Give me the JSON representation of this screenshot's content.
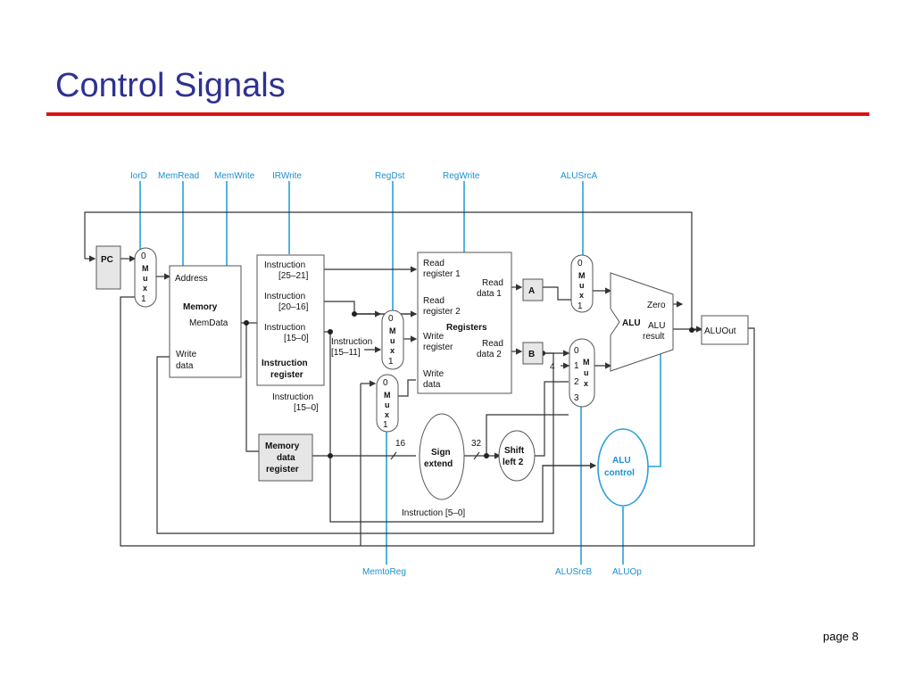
{
  "slide": {
    "title": "Control Signals",
    "page": "page 8",
    "title_color": "#2f3192",
    "rule_color": "#e01010"
  },
  "diagram": {
    "control_color": "#2aa0d8",
    "signals_top": [
      "IorD",
      "MemRead",
      "MemWrite",
      "IRWrite",
      "RegDst",
      "RegWrite",
      "ALUSrcA"
    ],
    "signals_bottom": [
      "MemtoReg",
      "ALUSrcB",
      "ALUOp"
    ],
    "pc": "PC",
    "memory": {
      "address": "Address",
      "name": "Memory",
      "memdata": "MemData",
      "write": "Write",
      "data": "data"
    },
    "instruction_register": {
      "f1a": "Instruction",
      "f1b": "[25–21]",
      "f2a": "Instruction",
      "f2b": "[20–16]",
      "f3a": "Instruction",
      "f3b": "[15–0]",
      "name1": "Instruction",
      "name2": "register"
    },
    "ir_out": {
      "a": "Instruction",
      "b": "[15–0]"
    },
    "rd_field": {
      "a": "Instruction",
      "b": "[15–11]"
    },
    "mdr": {
      "l1": "Memory",
      "l2": "data",
      "l3": "register"
    },
    "registers": {
      "rr1a": "Read",
      "rr1b": "register 1",
      "rr2a": "Read",
      "rr2b": "register 2",
      "wra": "Write",
      "wrb": "register",
      "wda": "Write",
      "wdb": "data",
      "rd1a": "Read",
      "rd1b": "data 1",
      "rd2a": "Read",
      "rd2b": "data 2",
      "name": "Registers"
    },
    "reg_a": "A",
    "reg_b": "B",
    "mux_letters": [
      "M",
      "u",
      "x"
    ],
    "mux_inputs": [
      "0",
      "1",
      "2",
      "3"
    ],
    "alu": {
      "name": "ALU",
      "zero": "Zero",
      "result1": "ALU",
      "result2": "result"
    },
    "aluout": "ALUOut",
    "sign_extend": {
      "l1": "Sign",
      "l2": "extend"
    },
    "shift": {
      "l1": "Shift",
      "l2": "left 2"
    },
    "alu_control": {
      "l1": "ALU",
      "l2": "control"
    },
    "widths": {
      "in": "16",
      "out": "32",
      "four": "4"
    },
    "funct": "Instruction [5–0]"
  }
}
